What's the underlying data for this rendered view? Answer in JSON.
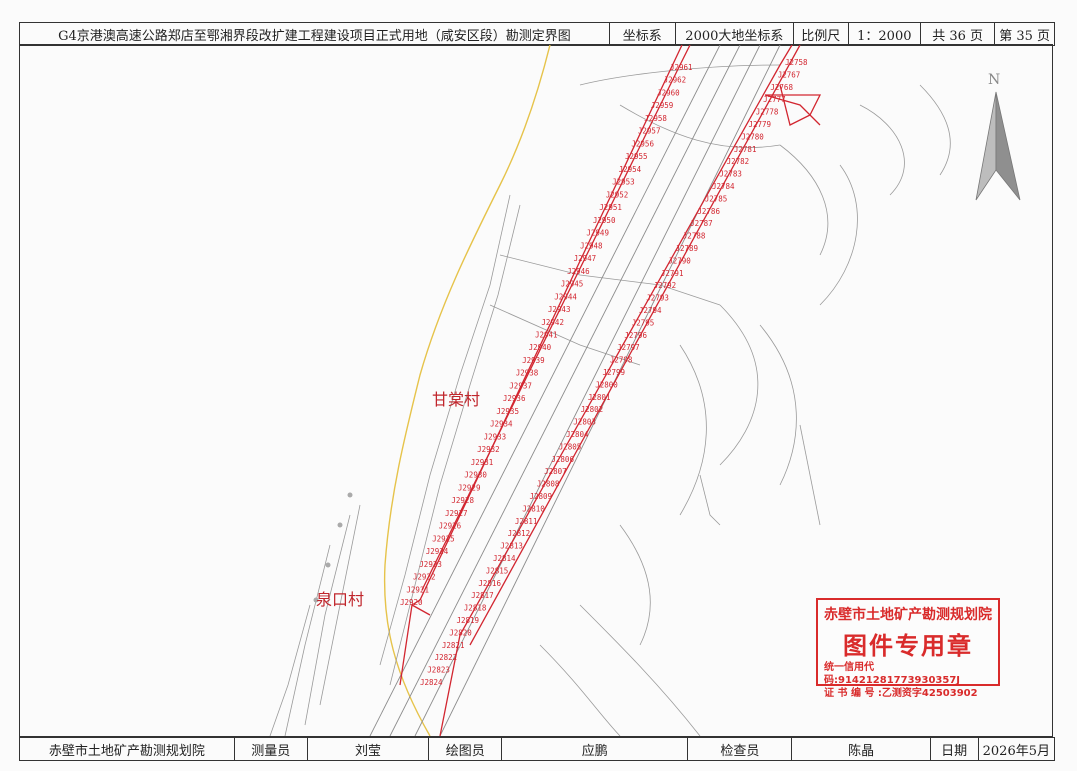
{
  "header": {
    "title": "G4京港澳高速公路郑店至鄂湘界段改扩建工程建设项目正式用地（咸安区段）勘测定界图",
    "crs_label": "坐标系",
    "crs_value": "2000大地坐标系",
    "scale_label": "比例尺",
    "scale_value": "1：2000",
    "total_pages": "共 36 页",
    "page_no": "第 35 页"
  },
  "footer": {
    "org": "赤壁市土地矿产勘测规划院",
    "surveyor_label": "测量员",
    "surveyor": "刘莹",
    "drafter_label": "绘图员",
    "drafter": "应鹏",
    "checker_label": "检查员",
    "checker": "陈晶",
    "date_label": "日期",
    "date": "2026年5月"
  },
  "map": {
    "villages": [
      "甘棠村",
      "泉口村"
    ],
    "compass_letter": "N",
    "colors": {
      "boundary": "#d22630",
      "river": "#e6c34a",
      "terrain": "#9a9a9a"
    },
    "left_points": [
      "J2961",
      "J2962",
      "J2960",
      "J2959",
      "J2958",
      "J2957",
      "J2956",
      "J2955",
      "J2954",
      "J2953",
      "J2952",
      "J2951",
      "J2950",
      "J2949",
      "J2948",
      "J2947",
      "J2946",
      "J2945",
      "J2944",
      "J2943",
      "J2942",
      "J2941",
      "J2940",
      "J2939",
      "J2938",
      "J2937",
      "J2936",
      "J2935",
      "J2934",
      "J2933",
      "J2932",
      "J2931",
      "J2930",
      "J2929",
      "J2928",
      "J2927",
      "J2926",
      "J2925",
      "J2924",
      "J2923",
      "J2922",
      "J2921",
      "J2920"
    ],
    "right_points": [
      "J2758",
      "J2767",
      "J2768",
      "J2777",
      "J2778",
      "J2779",
      "J2780",
      "J2781",
      "J2782",
      "J2783",
      "J2784",
      "J2785",
      "J2786",
      "J2787",
      "J2788",
      "J2789",
      "J2790",
      "J2791",
      "J2792",
      "J2793",
      "J2794",
      "J2795",
      "J2796",
      "J2797",
      "J2798",
      "J2799",
      "J2800",
      "J2801",
      "J2802",
      "J2803",
      "J2804",
      "J2805",
      "J2806",
      "J2807",
      "J2808",
      "J2809",
      "J2810",
      "J2811",
      "J2812",
      "J2813",
      "J2814",
      "J2815",
      "J2816",
      "J2817",
      "J2818",
      "J2819",
      "J2820",
      "J2821",
      "J2822",
      "J2823",
      "J2824"
    ]
  },
  "stamp": {
    "org": "赤壁市土地矿产勘测规划院",
    "title": "图件专用章",
    "credit_code": "统一信用代码:91421281773930357J",
    "cert_no": "证 书 编 号 :乙测资字42503902"
  }
}
